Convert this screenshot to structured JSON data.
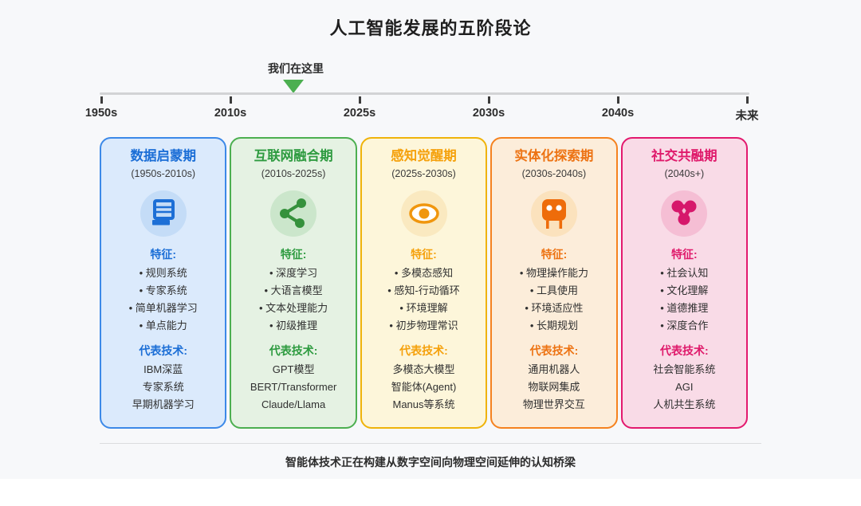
{
  "page": {
    "title": "人工智能发展的五阶段论",
    "footer_note": "智能体技术正在构建从数字空间向物理空间延伸的认知桥梁"
  },
  "timeline": {
    "marker_label": "我们在这里",
    "marker_color": "#4caf50",
    "line_color": "#d2d3d5",
    "ticks": [
      "1950s",
      "2010s",
      "2025s",
      "2030s",
      "2040s",
      "未来"
    ]
  },
  "stages": [
    {
      "name": "数据启蒙期",
      "period": "(1950s-2010s)",
      "icon": "database-icon",
      "features_label": "特征:",
      "features": [
        "规则系统",
        "专家系统",
        "简单机器学习",
        "单点能力"
      ],
      "tech_label": "代表技术:",
      "technologies": [
        "IBM深蓝",
        "专家系统",
        "早期机器学习"
      ],
      "colors": {
        "border": "#3c89e8",
        "background": "#dbeafc",
        "title": "#1b6ed6",
        "icon_bg": "#c4dcf7",
        "icon_fg": "#1d6fd6"
      }
    },
    {
      "name": "互联网融合期",
      "period": "(2010s-2025s)",
      "icon": "share-network-icon",
      "features_label": "特征:",
      "features": [
        "深度学习",
        "大语言模型",
        "文本处理能力",
        "初级推理"
      ],
      "tech_label": "代表技术:",
      "technologies": [
        "GPT模型",
        "BERT/Transformer",
        "Claude/Llama"
      ],
      "colors": {
        "border": "#4caf50",
        "background": "#e5f2e3",
        "title": "#2e9b40",
        "icon_bg": "#cbe6cb",
        "icon_fg": "#35913c"
      }
    },
    {
      "name": "感知觉醒期",
      "period": "(2025s-2030s)",
      "icon": "eye-icon",
      "features_label": "特征:",
      "features": [
        "多模态感知",
        "感知-行动循环",
        "环境理解",
        "初步物理常识"
      ],
      "tech_label": "代表技术:",
      "technologies": [
        "多模态大模型",
        "智能体(Agent)",
        "Manus等系统"
      ],
      "colors": {
        "border": "#efb30a",
        "background": "#fdf6da",
        "title": "#f5a10c",
        "icon_bg": "#fae9c0",
        "icon_fg": "#f0960e"
      }
    },
    {
      "name": "实体化探索期",
      "period": "(2030s-2040s)",
      "icon": "robot-icon",
      "features_label": "特征:",
      "features": [
        "物理操作能力",
        "工具使用",
        "环境适应性",
        "长期规划"
      ],
      "tech_label": "代表技术:",
      "technologies": [
        "通用机器人",
        "物联网集成",
        "物理世界交互"
      ],
      "colors": {
        "border": "#f5821f",
        "background": "#fcedda",
        "title": "#ed7313",
        "icon_bg": "#fbe2bd",
        "icon_fg": "#ee6c0a"
      }
    },
    {
      "name": "社交共融期",
      "period": "(2040s+)",
      "icon": "social-network-icon",
      "features_label": "特征:",
      "features": [
        "社会认知",
        "文化理解",
        "道德推理",
        "深度合作"
      ],
      "tech_label": "代表技术:",
      "technologies": [
        "社会智能系统",
        "AGI",
        "人机共生系统"
      ],
      "colors": {
        "border": "#e3196e",
        "background": "#f9dbe7",
        "title": "#df1a6b",
        "icon_bg": "#f5bed4",
        "icon_fg": "#d6176b"
      }
    }
  ]
}
